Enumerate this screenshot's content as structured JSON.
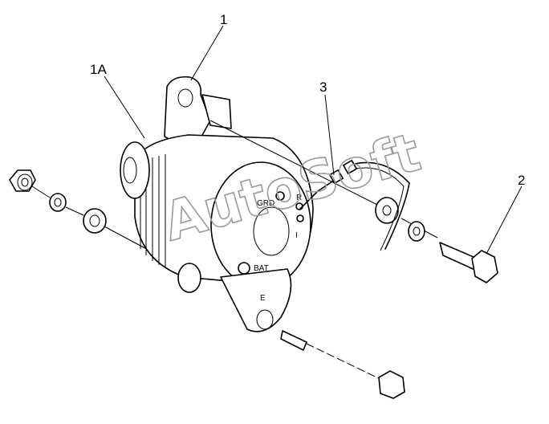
{
  "callouts": {
    "alternator": "1",
    "pulley": "1A",
    "harness": "3",
    "bolt": "2"
  },
  "terminals": {
    "grd": "GRD",
    "r": "R",
    "i": "I",
    "bat": "BAT",
    "e": "E"
  },
  "watermark": "AutoSoft",
  "colors": {
    "line": "#000000",
    "background": "#ffffff",
    "watermark": "#9a9a9a"
  }
}
